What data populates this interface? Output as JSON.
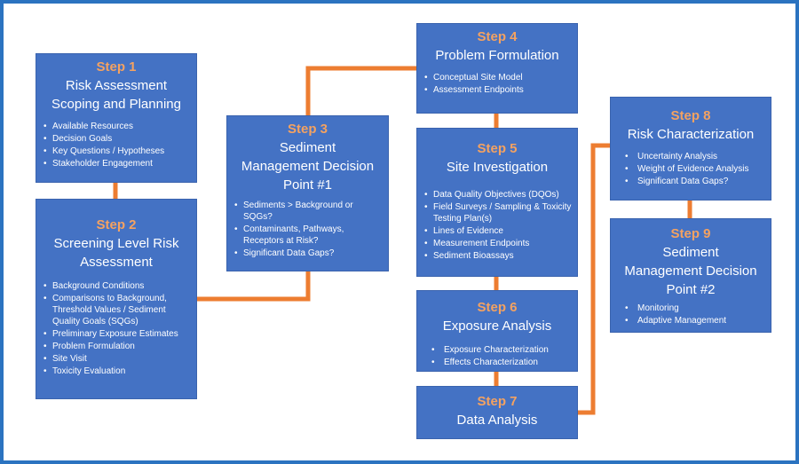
{
  "colors": {
    "box_fill": "#4472C4",
    "step_number": "#F4A261",
    "connector": "#ED7D31",
    "frame": "#2B73C0"
  },
  "steps": [
    {
      "number": "Step 1",
      "title_lines": [
        "Risk Assessment",
        "Scoping and Planning"
      ],
      "items": [
        "Available Resources",
        "Decision Goals",
        "Key Questions / Hypotheses",
        "Stakeholder Engagement"
      ]
    },
    {
      "number": "Step 2",
      "title_lines": [
        "Screening Level Risk",
        "Assessment"
      ],
      "items": [
        "Background Conditions",
        "Comparisons to Background, Threshold Values / Sediment Quality Goals (SQGs)",
        "Preliminary Exposure Estimates",
        "Problem Formulation",
        "Site Visit",
        "Toxicity Evaluation"
      ]
    },
    {
      "number": "Step 3",
      "title_lines": [
        "Sediment",
        "Management Decision",
        "Point #1"
      ],
      "items": [
        "Sediments > Background or SQGs?",
        "Contaminants, Pathways, Receptors at Risk?",
        "Significant Data Gaps?"
      ]
    },
    {
      "number": "Step 4",
      "title_lines": [
        "Problem Formulation"
      ],
      "items": [
        "Conceptual Site Model",
        "Assessment Endpoints"
      ]
    },
    {
      "number": "Step 5",
      "title_lines": [
        "Site Investigation"
      ],
      "items": [
        "Data Quality Objectives (DQOs)",
        "Field Surveys / Sampling & Toxicity Testing Plan(s)",
        "Lines of Evidence",
        "Measurement Endpoints",
        "Sediment Bioassays"
      ]
    },
    {
      "number": "Step 6",
      "title_lines": [
        "Exposure Analysis"
      ],
      "items": [
        "Exposure Characterization",
        "Effects Characterization"
      ]
    },
    {
      "number": "Step 7",
      "title_lines": [
        "Data Analysis"
      ],
      "items": []
    },
    {
      "number": "Step 8",
      "title_lines": [
        "Risk Characterization"
      ],
      "items": [
        "Uncertainty Analysis",
        "Weight of Evidence Analysis",
        "Significant Data Gaps?"
      ]
    },
    {
      "number": "Step 9",
      "title_lines": [
        "Sediment",
        "Management Decision",
        "Point #2"
      ],
      "items": [
        "Monitoring",
        "Adaptive Management"
      ]
    }
  ]
}
